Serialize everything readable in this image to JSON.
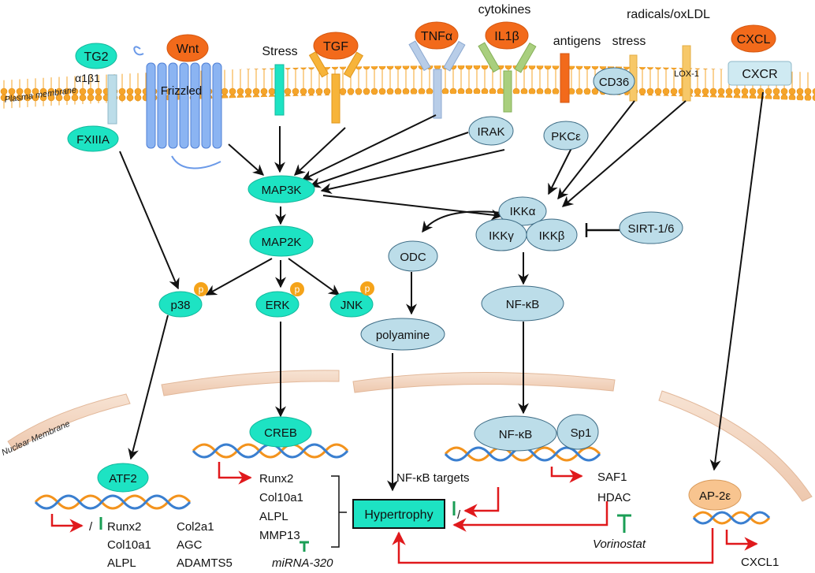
{
  "membrane": {
    "plasma_label": "Plasma membrane",
    "nuclear_label": "Nuclear Membrane"
  },
  "ligands": {
    "tg2": "TG2",
    "integrin": "α1β1",
    "fxiiia": "FXIIIA",
    "wnt": "Wnt",
    "frizzled": "Frizzled",
    "stress": "Stress",
    "tgf": "TGF",
    "tnfa": "TNFα",
    "il1b": "IL1β",
    "cytokines": "cytokines",
    "antigens": "antigens",
    "radicals": "radicals/oxLDL",
    "stress2": "stress",
    "cd36": "CD36",
    "lox1": "LOX-1",
    "cxcl": "CXCL",
    "cxcr": "CXCR",
    "irak": "IRAK",
    "pkce": "PKCε"
  },
  "kinases": {
    "map3k": "MAP3K",
    "map2k": "MAP2K",
    "p38": "p38",
    "erk": "ERK",
    "jnk": "JNK",
    "phospho": "p"
  },
  "nfkb_pathway": {
    "ikka": "IKKα",
    "ikkg": "IKKγ",
    "ikkb": "IKKβ",
    "sirt": "SIRT-1/6",
    "odc": "ODC",
    "polyamine": "polyamine",
    "nfkb": "NF-κB",
    "nfkb_nuclear": "NF-κB",
    "sp1": "Sp1"
  },
  "transcription": {
    "creb": "CREB",
    "atf2": "ATF2",
    "ap2e": "AP-2ε",
    "creb_targets": [
      "Runx2",
      "Col10a1",
      "ALPL",
      "MMP13"
    ],
    "atf2_targets_left": [
      "Runx2",
      "Col10a1",
      "ALPL"
    ],
    "atf2_targets_right": [
      "Col2a1",
      "AGC",
      "ADAMTS5"
    ],
    "atf2_slash": "/",
    "mirna": "miRNA-320",
    "nfkb_targets": "NF-κB targets",
    "sp1_targets": [
      "SAF1",
      "HDAC"
    ],
    "vorinostat": "Vorinostat",
    "cxcl1": "CXCL1",
    "hyper_slash": "/"
  },
  "outcome": {
    "hypertrophy": "Hypertrophy"
  },
  "colors": {
    "teal": "#1de3c3",
    "orange": "#f26a1b",
    "lightblue": "#bcdde9",
    "arrow_red": "#e0191c",
    "inhibit_green": "#1a9e55",
    "peach": "#f8c48f"
  }
}
